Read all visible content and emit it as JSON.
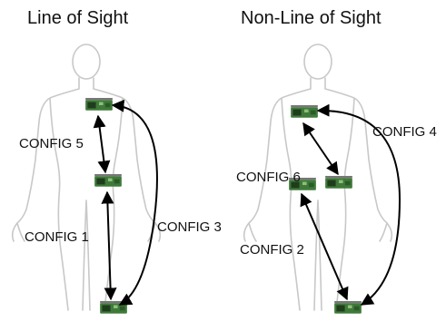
{
  "panels": {
    "left_title": "Line of Sight",
    "right_title": "Non-Line of Sight"
  },
  "labels": {
    "config5": "CONFIG 5",
    "config1": "CONFIG 1",
    "config3": "CONFIG 3",
    "config6": "CONFIG 6",
    "config2": "CONFIG 2",
    "config4": "CONFIG 4"
  },
  "colors": {
    "board_green": "#3f7a3a",
    "board_dark": "#1f3d1c",
    "outline": "#c8c8c8",
    "arrow": "#000000"
  }
}
